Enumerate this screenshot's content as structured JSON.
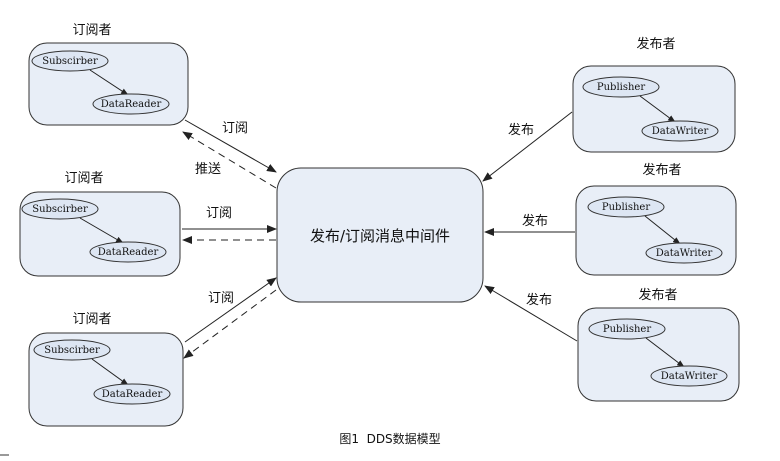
{
  "subscribers": [
    {
      "title": "订阅者",
      "entity": "Subscirber",
      "reader": "DataReader",
      "edge_label": "订阅",
      "push_label": "推送"
    },
    {
      "title": "订阅者",
      "entity": "Subscirber",
      "reader": "DataReader",
      "edge_label": "订阅"
    },
    {
      "title": "订阅者",
      "entity": "Subscirber",
      "reader": "DataReader",
      "edge_label": "订阅"
    }
  ],
  "publishers": [
    {
      "title": "发布者",
      "entity": "Publisher",
      "writer": "DataWriter",
      "edge_label": "发布"
    },
    {
      "title": "发布者",
      "entity": "Publisher",
      "writer": "DataWriter",
      "edge_label": "发布"
    },
    {
      "title": "发布者",
      "entity": "Publisher",
      "writer": "DataWriter",
      "edge_label": "发布"
    }
  ],
  "middleware": {
    "label": "发布/订阅消息中间件"
  },
  "caption": "图1  DDS数据模型",
  "colors": {
    "box_fill": "#e8eef7",
    "ellipse_fill": "#dde6f3",
    "stroke": "#333333"
  }
}
